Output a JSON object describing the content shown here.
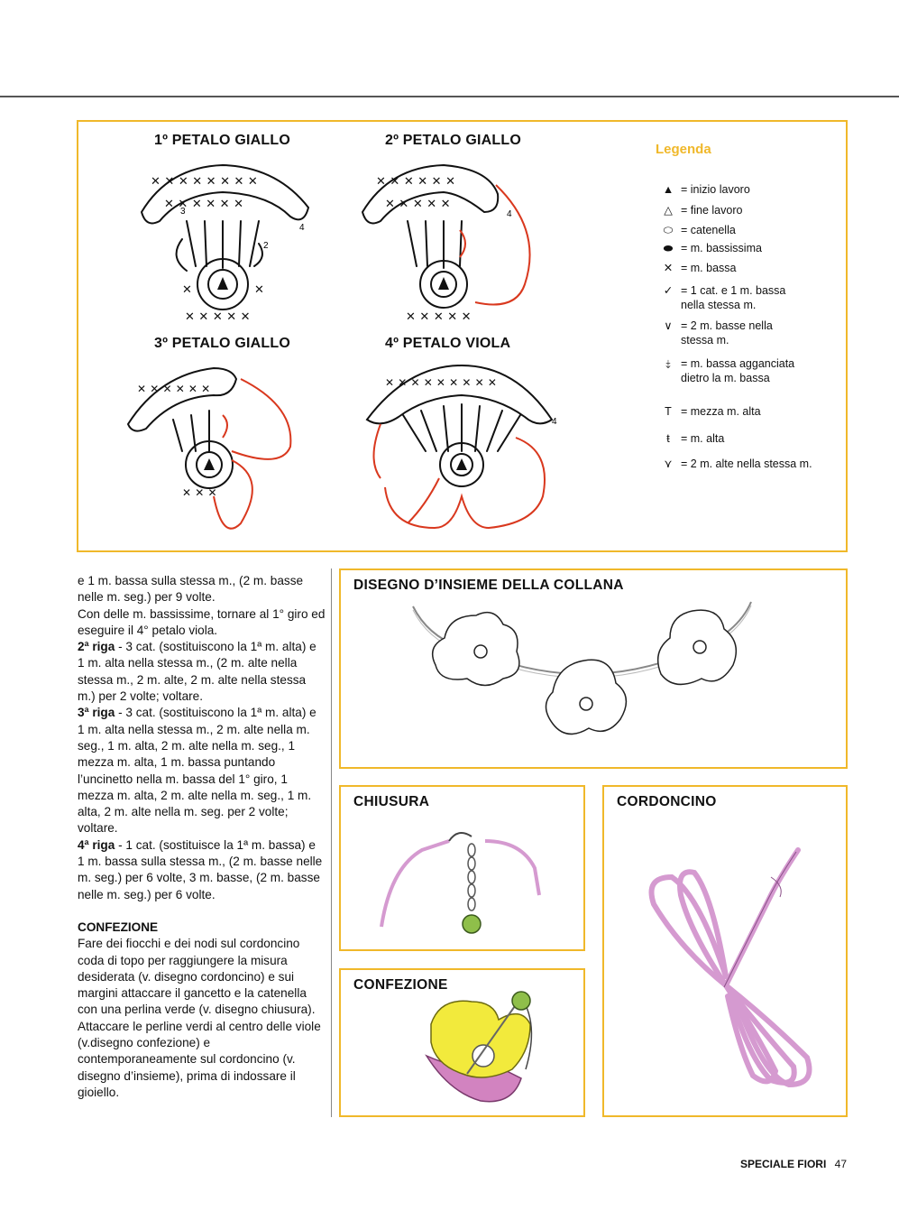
{
  "diagrams": {
    "petal1_title": "1º PETALO GIALLO",
    "petal2_title": "2º PETALO GIALLO",
    "petal3_title": "3º PETALO GIALLO",
    "petal4_title": "4º PETALO VIOLA",
    "marks": {
      "r2": "2",
      "r3": "3",
      "r4": "4"
    }
  },
  "legend": {
    "title": "Legenda",
    "items": [
      {
        "icon": "start-arrow-icon",
        "text": "= inizio lavoro"
      },
      {
        "icon": "end-arrow-icon",
        "text": "= fine lavoro"
      },
      {
        "icon": "chain-oval-icon",
        "text": "= catenella"
      },
      {
        "icon": "slip-stitch-icon",
        "text": "= m. bassissima"
      },
      {
        "icon": "single-crochet-icon",
        "text": "= m. bassa"
      },
      {
        "icon": "chain-and-sc-icon",
        "text": "= 1 cat. e 1 m. bassa\nnella stessa m."
      },
      {
        "icon": "two-sc-same-icon",
        "text": "= 2  m. basse nella\nstessa m."
      },
      {
        "icon": "hooked-sc-icon",
        "text": "= m. bassa agganciata\ndietro la m. bassa"
      },
      {
        "icon": "half-double-icon",
        "text": "= mezza m. alta"
      },
      {
        "icon": "double-crochet-icon",
        "text": "= m. alta"
      },
      {
        "icon": "two-dc-same-icon",
        "text": "= 2 m. alte nella stessa m."
      }
    ]
  },
  "body_text": {
    "p1": "e 1 m. bassa sulla stessa m., (2 m. basse nelle m. seg.) per 9 volte.",
    "p2": "Con delle m. bassissime, tornare al 1° giro ed eseguire il 4° petalo viola.",
    "r2_label": "2ª riga",
    "r2_text": " - 3 cat. (sostituiscono la 1ª m. alta) e 1 m. alta nella stessa m., (2 m. alte nella stessa m., 2 m. alte, 2 m. alte nella stessa m.) per 2 volte; voltare.",
    "r3_label": "3ª riga",
    "r3_text": " - 3 cat. (sostituiscono la 1ª m. alta) e 1 m. alta nella stessa m., 2 m. alte nella m. seg., 1 m. alta, 2 m. alte nella m. seg., 1 mezza m. alta, 1 m. bassa puntando l’uncinetto nella m. bassa del 1° giro, 1 mezza m. alta, 2 m. alte nella m. seg., 1 m. alta, 2 m. alte nella m. seg. per 2 volte; voltare.",
    "r4_label": "4ª riga",
    "r4_text": " - 1 cat. (sostituisce la 1ª m. bassa) e 1 m. bassa sulla stessa m., (2 m. basse nelle m. seg.) per 6 volte, 3 m. basse, (2 m. basse nelle m. seg.) per 6 volte.",
    "confezione_title": "CONFEZIONE",
    "confezione_p1": "Fare dei fiocchi e dei nodi sul cordoncino coda di topo per raggiungere la misura desiderata (v. disegno cordoncino) e sui margini attaccare il gancetto e la catenella con una perlina verde (v. disegno chiusura).",
    "confezione_p2": "Attaccare le perline verdi al centro delle viole (v.disegno  confezione) e contemporaneamente sul cordoncino (v. disegno d’insieme), prima di indossare il gioiello."
  },
  "boxes": {
    "insieme_title": "DISEGNO D’INSIEME DELLA COLLANA",
    "chiusura_title": "CHIUSURA",
    "cordoncino_title": "CORDONCINO",
    "confezione_title": "CONFEZIONE"
  },
  "footer": {
    "brand": "SPECIALE FIORI",
    "page": "47"
  },
  "colors": {
    "frame": "#f0b82a",
    "red_line": "#d9381e",
    "cord_pink": "#d59ad0",
    "yellow_petal": "#f2ea3c",
    "violet_petal": "#d283c0",
    "green_bead": "#8fbf4a"
  }
}
